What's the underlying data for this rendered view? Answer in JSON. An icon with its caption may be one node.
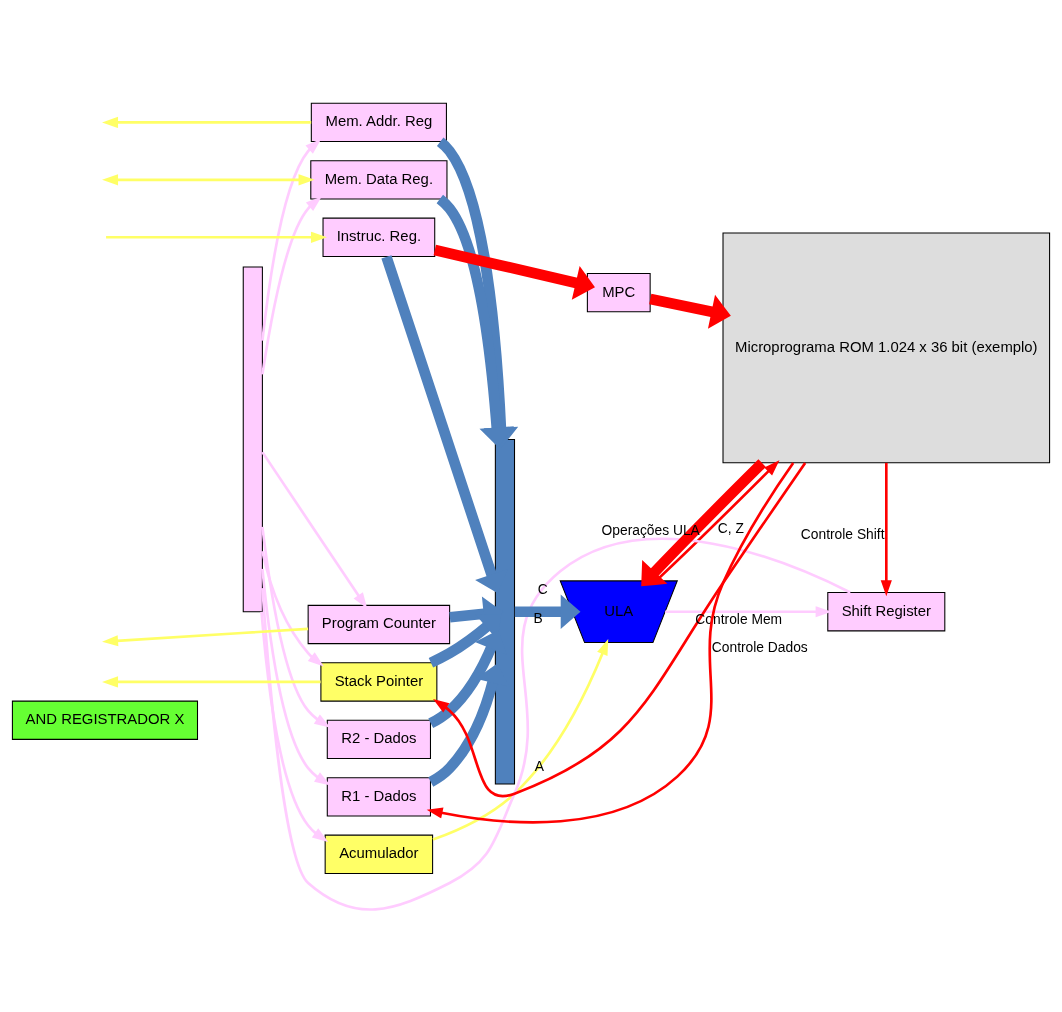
{
  "diagram": {
    "nodes": [
      {
        "text": [
          "AND REGISTRADOR X"
        ]
      },
      {
        "text": [
          "Mem. Addr. Reg"
        ]
      },
      {
        "text": [
          "Mem. Data Reg."
        ]
      },
      {
        "text": [
          "Instruc. Reg."
        ]
      },
      {
        "text": [
          "Program Counter"
        ]
      },
      {
        "text": [
          "Stack Pointer"
        ]
      },
      {
        "text": [
          "R2 - Dados"
        ]
      },
      {
        "text": [
          "R1 - Dados"
        ]
      },
      {
        "text": [
          "Acumulador"
        ]
      },
      {
        "text": [
          "ULA"
        ]
      },
      {
        "text": [
          "Shift Register"
        ]
      },
      {
        "text": [
          "MPC"
        ]
      },
      {
        "text": [
          "Microprograma ROM 1.024 x 36 bit (exemplo)"
        ]
      },
      {
        "text": [],
        "shape": "bar"
      },
      {
        "text": [],
        "shape": "bar"
      }
    ],
    "edges": [
      {
        "from": 1,
        "to": null,
        "arrow": "to",
        "color": "#ffff66"
      },
      {
        "from": 2,
        "to": null,
        "arrow": "both",
        "color": "#ffff66"
      },
      {
        "from": null,
        "to": 3,
        "arrow": "to",
        "color": "#ffff66"
      },
      {
        "from": 4,
        "to": null,
        "arrow": "to",
        "color": "#ffff66"
      },
      {
        "from": 5,
        "to": null,
        "arrow": "to",
        "color": "#ffff66"
      },
      {
        "from": 13,
        "to": 1,
        "arrow": "to",
        "color": "#ffccff"
      },
      {
        "from": 13,
        "to": 2,
        "arrow": "to",
        "color": "#ffccff"
      },
      {
        "from": 13,
        "to": 4,
        "arrow": "to",
        "color": "#ffccff"
      },
      {
        "from": 13,
        "to": 5,
        "arrow": "to",
        "color": "#ffccff"
      },
      {
        "from": 13,
        "to": 6,
        "arrow": "to",
        "color": "#ffccff"
      },
      {
        "from": 13,
        "to": 7,
        "arrow": "to",
        "color": "#ffccff"
      },
      {
        "from": 13,
        "to": 8,
        "arrow": "to",
        "color": "#ffccff"
      },
      {
        "from": 1,
        "to": 14,
        "arrow": "to",
        "style": "thick",
        "color": "#4f81bd"
      },
      {
        "from": 2,
        "to": 14,
        "arrow": "to",
        "style": "thick",
        "color": "#4f81bd"
      },
      {
        "from": 3,
        "to": 14,
        "arrow": "to",
        "style": "thick",
        "color": "#4f81bd"
      },
      {
        "from": 4,
        "to": 14,
        "arrow": "to",
        "style": "thick",
        "color": "#4f81bd"
      },
      {
        "from": 5,
        "to": 14,
        "arrow": "to",
        "style": "thick",
        "color": "#4f81bd"
      },
      {
        "from": 6,
        "to": 14,
        "arrow": "to",
        "style": "thick",
        "color": "#4f81bd"
      },
      {
        "from": 7,
        "to": 14,
        "arrow": "to",
        "style": "thick",
        "color": "#4f81bd"
      },
      {
        "from": 3,
        "to": 11,
        "arrow": "to",
        "style": "thick",
        "color": "#ff0000"
      },
      {
        "from": 11,
        "to": 12,
        "arrow": "to",
        "style": "thick",
        "color": "#ff0000"
      },
      {
        "from": 12,
        "to": 5,
        "arrow": "to",
        "label": "Controle Mem",
        "color": "#ff0000"
      },
      {
        "from": 12,
        "to": 7,
        "arrow": "to",
        "label": "Controle Dados",
        "color": "#ff0000"
      },
      {
        "from": 8,
        "to": 9,
        "arrow": "to",
        "label": "A",
        "color": "#ffff66"
      },
      {
        "from": 14,
        "to": 9,
        "arrow": "to",
        "label": "B",
        "style": "thick",
        "color": "#4f81bd"
      },
      {
        "from": 9,
        "to": 12,
        "arrow": "to",
        "label": "C, Z",
        "color": "#ff0000"
      },
      {
        "from": 12,
        "to": 9,
        "arrow": "to",
        "label": "Operações ULA",
        "style": "thick",
        "color": "#ff0000"
      },
      {
        "from": 9,
        "to": 10,
        "arrow": "to",
        "color": "#ffccff"
      },
      {
        "from": 12,
        "to": 10,
        "arrow": "to",
        "label": "Controle Shift",
        "color": "#ff0000"
      },
      {
        "from": 10,
        "to": 13,
        "arrow": "none",
        "label": "C",
        "color": "#ffccff"
      }
    ]
  }
}
